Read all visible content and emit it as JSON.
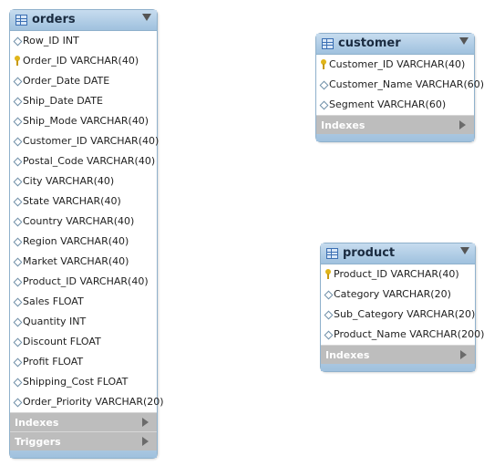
{
  "tables": {
    "orders": {
      "name": "orders",
      "columns": [
        {
          "text": "Row_ID INT",
          "icon": "diamond"
        },
        {
          "text": "Order_ID VARCHAR(40)",
          "icon": "key"
        },
        {
          "text": "Order_Date DATE",
          "icon": "diamond"
        },
        {
          "text": "Ship_Date DATE",
          "icon": "diamond"
        },
        {
          "text": "Ship_Mode VARCHAR(40)",
          "icon": "diamond"
        },
        {
          "text": "Customer_ID VARCHAR(40)",
          "icon": "diamond"
        },
        {
          "text": "Postal_Code VARCHAR(40)",
          "icon": "diamond"
        },
        {
          "text": "City VARCHAR(40)",
          "icon": "diamond"
        },
        {
          "text": "State VARCHAR(40)",
          "icon": "diamond"
        },
        {
          "text": "Country VARCHAR(40)",
          "icon": "diamond"
        },
        {
          "text": "Region VARCHAR(40)",
          "icon": "diamond"
        },
        {
          "text": "Market VARCHAR(40)",
          "icon": "diamond"
        },
        {
          "text": "Product_ID VARCHAR(40)",
          "icon": "diamond"
        },
        {
          "text": "Sales FLOAT",
          "icon": "diamond"
        },
        {
          "text": "Quantity INT",
          "icon": "diamond"
        },
        {
          "text": "Discount FLOAT",
          "icon": "diamond"
        },
        {
          "text": "Profit FLOAT",
          "icon": "diamond"
        },
        {
          "text": "Shipping_Cost FLOAT",
          "icon": "diamond"
        },
        {
          "text": "Order_Priority VARCHAR(20)",
          "icon": "diamond"
        }
      ],
      "sections": [
        "Indexes",
        "Triggers"
      ]
    },
    "customer": {
      "name": "customer",
      "columns": [
        {
          "text": "Customer_ID VARCHAR(40)",
          "icon": "key"
        },
        {
          "text": "Customer_Name VARCHAR(60)",
          "icon": "diamond"
        },
        {
          "text": "Segment VARCHAR(60)",
          "icon": "diamond"
        }
      ],
      "sections": [
        "Indexes"
      ]
    },
    "product": {
      "name": "product",
      "columns": [
        {
          "text": "Product_ID VARCHAR(40)",
          "icon": "key"
        },
        {
          "text": "Category VARCHAR(20)",
          "icon": "diamond"
        },
        {
          "text": "Sub_Category VARCHAR(20)",
          "icon": "diamond"
        },
        {
          "text": "Product_Name VARCHAR(200)",
          "icon": "diamond"
        }
      ],
      "sections": [
        "Indexes"
      ]
    }
  },
  "colors": {
    "header_top": "#c7dcef",
    "header_bottom": "#9fc1de",
    "border": "#8fb1cc",
    "section_bg": "#bdbdbd",
    "key": "#e0b51a"
  }
}
